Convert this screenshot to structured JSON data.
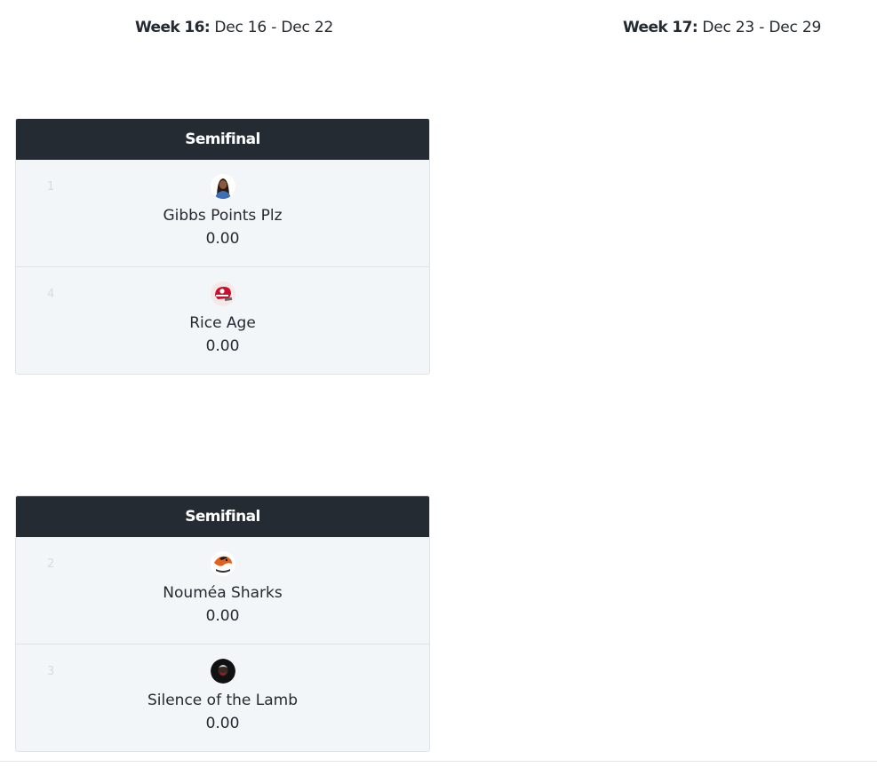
{
  "weeks": [
    {
      "label": "Week 16:",
      "dates": "Dec 16 - Dec 22"
    },
    {
      "label": "Week 17:",
      "dates": "Dec 23 - Dec 29"
    }
  ],
  "matchups": [
    {
      "title": "Semifinal",
      "teams": [
        {
          "seed": "1",
          "name": "Gibbs Points Plz",
          "score": "0.00",
          "avatar_icon": "player-portrait-icon"
        },
        {
          "seed": "4",
          "name": "Rice Age",
          "score": "0.00",
          "avatar_icon": "chiefs-helmet-icon"
        }
      ]
    },
    {
      "title": "Semifinal",
      "teams": [
        {
          "seed": "2",
          "name": "Nouméa Sharks",
          "score": "0.00",
          "avatar_icon": "bird-logo-icon"
        },
        {
          "seed": "3",
          "name": "Silence of the Lamb",
          "score": "0.00",
          "avatar_icon": "dark-portrait-icon"
        }
      ]
    }
  ]
}
